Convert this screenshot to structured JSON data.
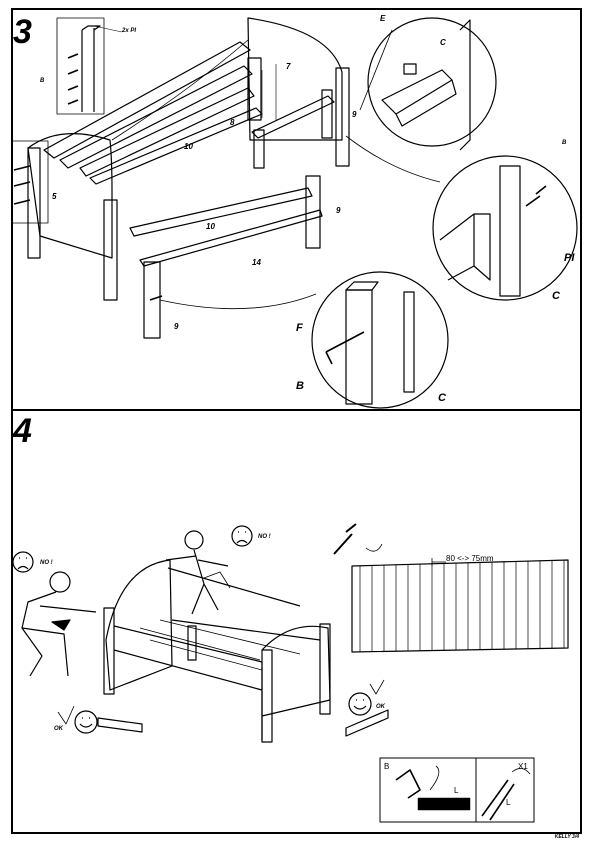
{
  "steps": [
    {
      "number": "3"
    },
    {
      "number": "4"
    }
  ],
  "step3_labels": {
    "e_top": "E",
    "c_top": "C",
    "b_left": "B",
    "b_right": "B",
    "pins": "2x PI",
    "seven": "7",
    "eight": "8",
    "nine_top": "9",
    "nine_mid": "9",
    "nine_bottom": "9",
    "ten_a": "10",
    "ten_b": "10",
    "five": "5",
    "fourteen": "14",
    "pi_right": "PI",
    "c_right": "C",
    "f_zoom": "F",
    "b_zoom": "B",
    "c_zoom": "C"
  },
  "step4_labels": {
    "no_left": "NO !",
    "no_top": "NO !",
    "ok_left": "OK",
    "ok_right": "OK",
    "spacing": "80 <-> 75mm",
    "tool_b": "B",
    "tool_l1": "L",
    "tool_l2": "L",
    "tool_x1": "X1"
  },
  "footer": "KELLY 3/4"
}
